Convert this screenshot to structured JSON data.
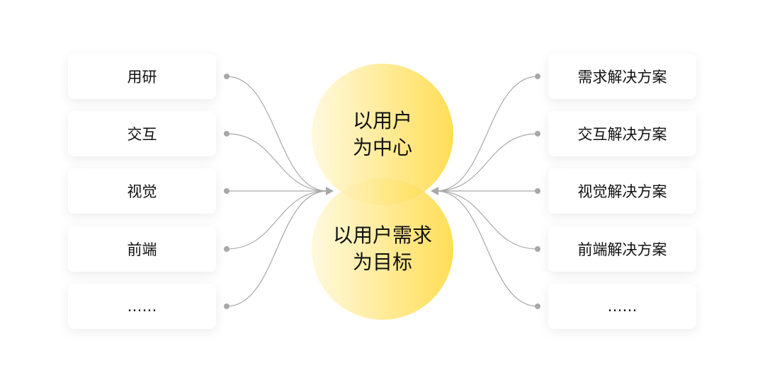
{
  "left_items": [
    "用研",
    "交互",
    "视觉",
    "前端",
    "……"
  ],
  "right_items": [
    "需求解决方案",
    "交互解决方案",
    "视觉解决方案",
    "前端解决方案",
    "……"
  ],
  "center_top": {
    "line1": "以用户",
    "line2": "为中心"
  },
  "center_bottom": {
    "line1": "以用户需求",
    "line2": "为目标"
  },
  "colors": {
    "accent": "#ffd83a",
    "connector": "#a8a8a8"
  }
}
